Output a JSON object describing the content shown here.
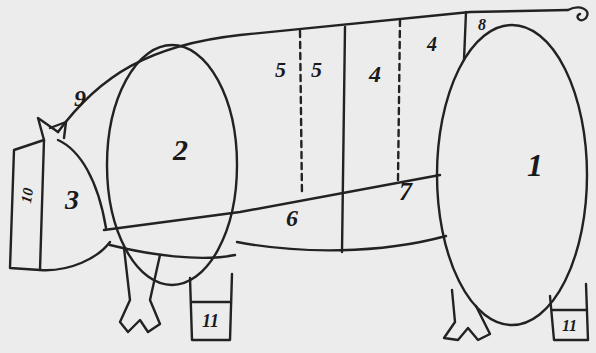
{
  "diagram": {
    "labels": [
      "9",
      "2",
      "5",
      "5",
      "4",
      "4",
      "8",
      "1",
      "10",
      "3",
      "6",
      "7",
      "11",
      "11"
    ]
  }
}
